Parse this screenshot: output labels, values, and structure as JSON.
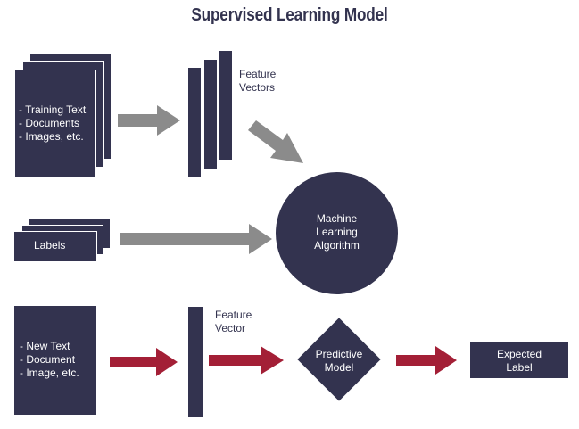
{
  "title": "Supervised Learning Model",
  "training": {
    "lines": [
      "- Training Text",
      "- Documents",
      "- Images, etc."
    ]
  },
  "feature_vectors_label": [
    "Feature",
    "Vectors"
  ],
  "labels_box": "Labels",
  "algorithm": [
    "Machine",
    "Learning",
    "Algorithm"
  ],
  "new_input": {
    "lines": [
      "- New Text",
      "- Document",
      "- Image, etc."
    ]
  },
  "feature_vector_label": [
    "Feature",
    "Vector"
  ],
  "predictive_model": [
    "Predictive",
    "Model"
  ],
  "expected_label": [
    "Expected",
    "Label"
  ],
  "colors": {
    "navy": "#33334f",
    "gray_arrow": "#8b8b8b",
    "red_arrow": "#a31f36"
  }
}
